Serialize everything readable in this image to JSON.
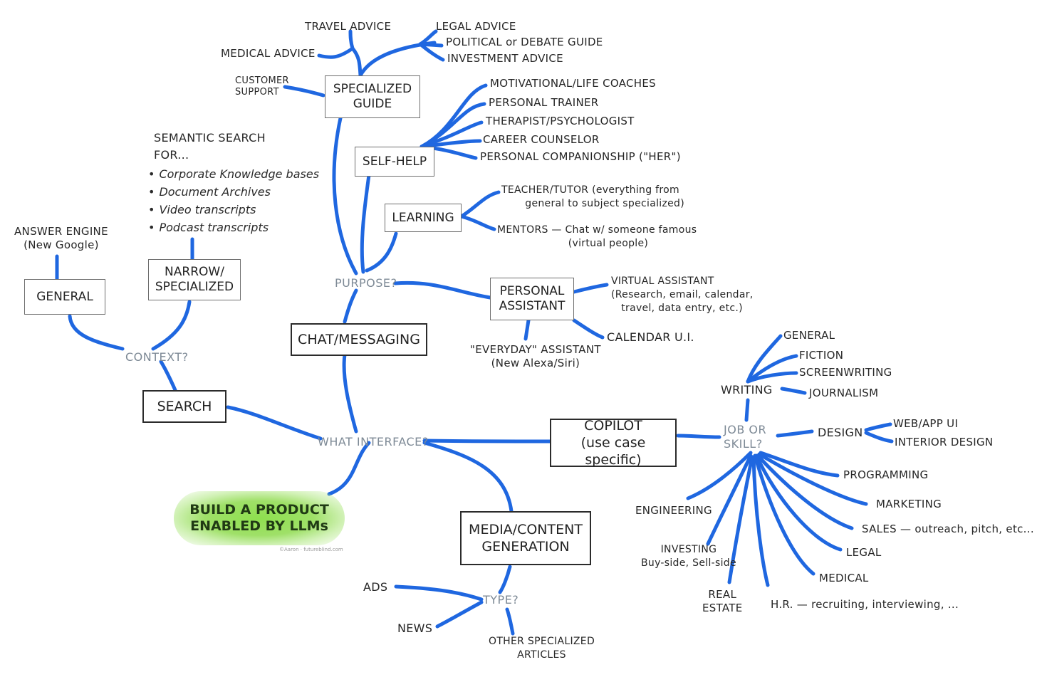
{
  "center": "BUILD A PRODUCT\nENABLED BY LLMs",
  "credit": "©Aaron · futureblind.com",
  "questions": {
    "what_interface": "WHAT INTERFACE?",
    "context": "CONTEXT?",
    "purpose": "PURPOSE?",
    "job_or_skill": "JOB OR\nSKILL?",
    "type": "TYPE?"
  },
  "boxes": {
    "search": "SEARCH",
    "general": "GENERAL",
    "narrow": "NARROW/\nSPECIALIZED",
    "chat": "CHAT/MESSAGING",
    "specialized_guide": "SPECIALIZED\nGUIDE",
    "self_help": "SELF-HELP",
    "learning": "LEARNING",
    "personal_assistant": "PERSONAL\nASSISTANT",
    "copilot": "COPILOT\n(use case specific)",
    "media": "MEDIA/CONTENT\nGENERATION"
  },
  "search": {
    "answer_engine": "ANSWER ENGINE\n(New Google)",
    "semantic_title": "SEMANTIC SEARCH\nFOR...",
    "semantic_items": [
      "Corporate Knowledge bases",
      "Document Archives",
      "Video transcripts",
      "Podcast transcripts"
    ]
  },
  "guide": {
    "travel": "TRAVEL ADVICE",
    "medical": "MEDICAL ADVICE",
    "customer": "CUSTOMER\nSUPPORT",
    "legal": "LEGAL ADVICE",
    "political": "POLITICAL or DEBATE GUIDE",
    "investment": "INVESTMENT ADVICE"
  },
  "self_help": {
    "items": [
      "MOTIVATIONAL/LIFE COACHES",
      "PERSONAL TRAINER",
      "THERAPIST/PSYCHOLOGIST",
      "CAREER COUNSELOR",
      "PERSONAL COMPANIONSHIP (\"HER\")"
    ]
  },
  "learning": {
    "teacher": "TEACHER/TUTOR (everything from\n       general to subject specialized)",
    "mentors": "MENTORS — Chat w/ someone famous\n                     (virtual people)"
  },
  "assistant": {
    "virtual": "VIRTUAL ASSISTANT\n(Research, email, calendar,\n   travel, data entry, etc.)",
    "calendar": "CALENDAR U.I.",
    "everyday": "\"EVERYDAY\" ASSISTANT\n(New Alexa/Siri)"
  },
  "copilot": {
    "writing": "WRITING",
    "writing_items": [
      "GENERAL",
      "FICTION",
      "SCREENWRITING",
      "JOURNALISM"
    ],
    "design": "DESIGN",
    "design_items": [
      "WEB/APP UI",
      "INTERIOR DESIGN"
    ],
    "programming": "PROGRAMMING",
    "marketing": "MARKETING",
    "sales": "SALES — outreach, pitch, etc...",
    "legal": "LEGAL",
    "medical": "MEDICAL",
    "hr": "H.R. — recruiting, interviewing, ...",
    "real_estate": "REAL\nESTATE",
    "investing": "INVESTING\nBuy-side, Sell-side",
    "engineering": "ENGINEERING"
  },
  "media": {
    "ads": "ADS",
    "news": "NEWS",
    "other": "OTHER SPECIALIZED\nARTICLES"
  },
  "colors": {
    "branch": "#1f67e0",
    "question": "#7e8a96",
    "highlight": "#8ee04f"
  }
}
